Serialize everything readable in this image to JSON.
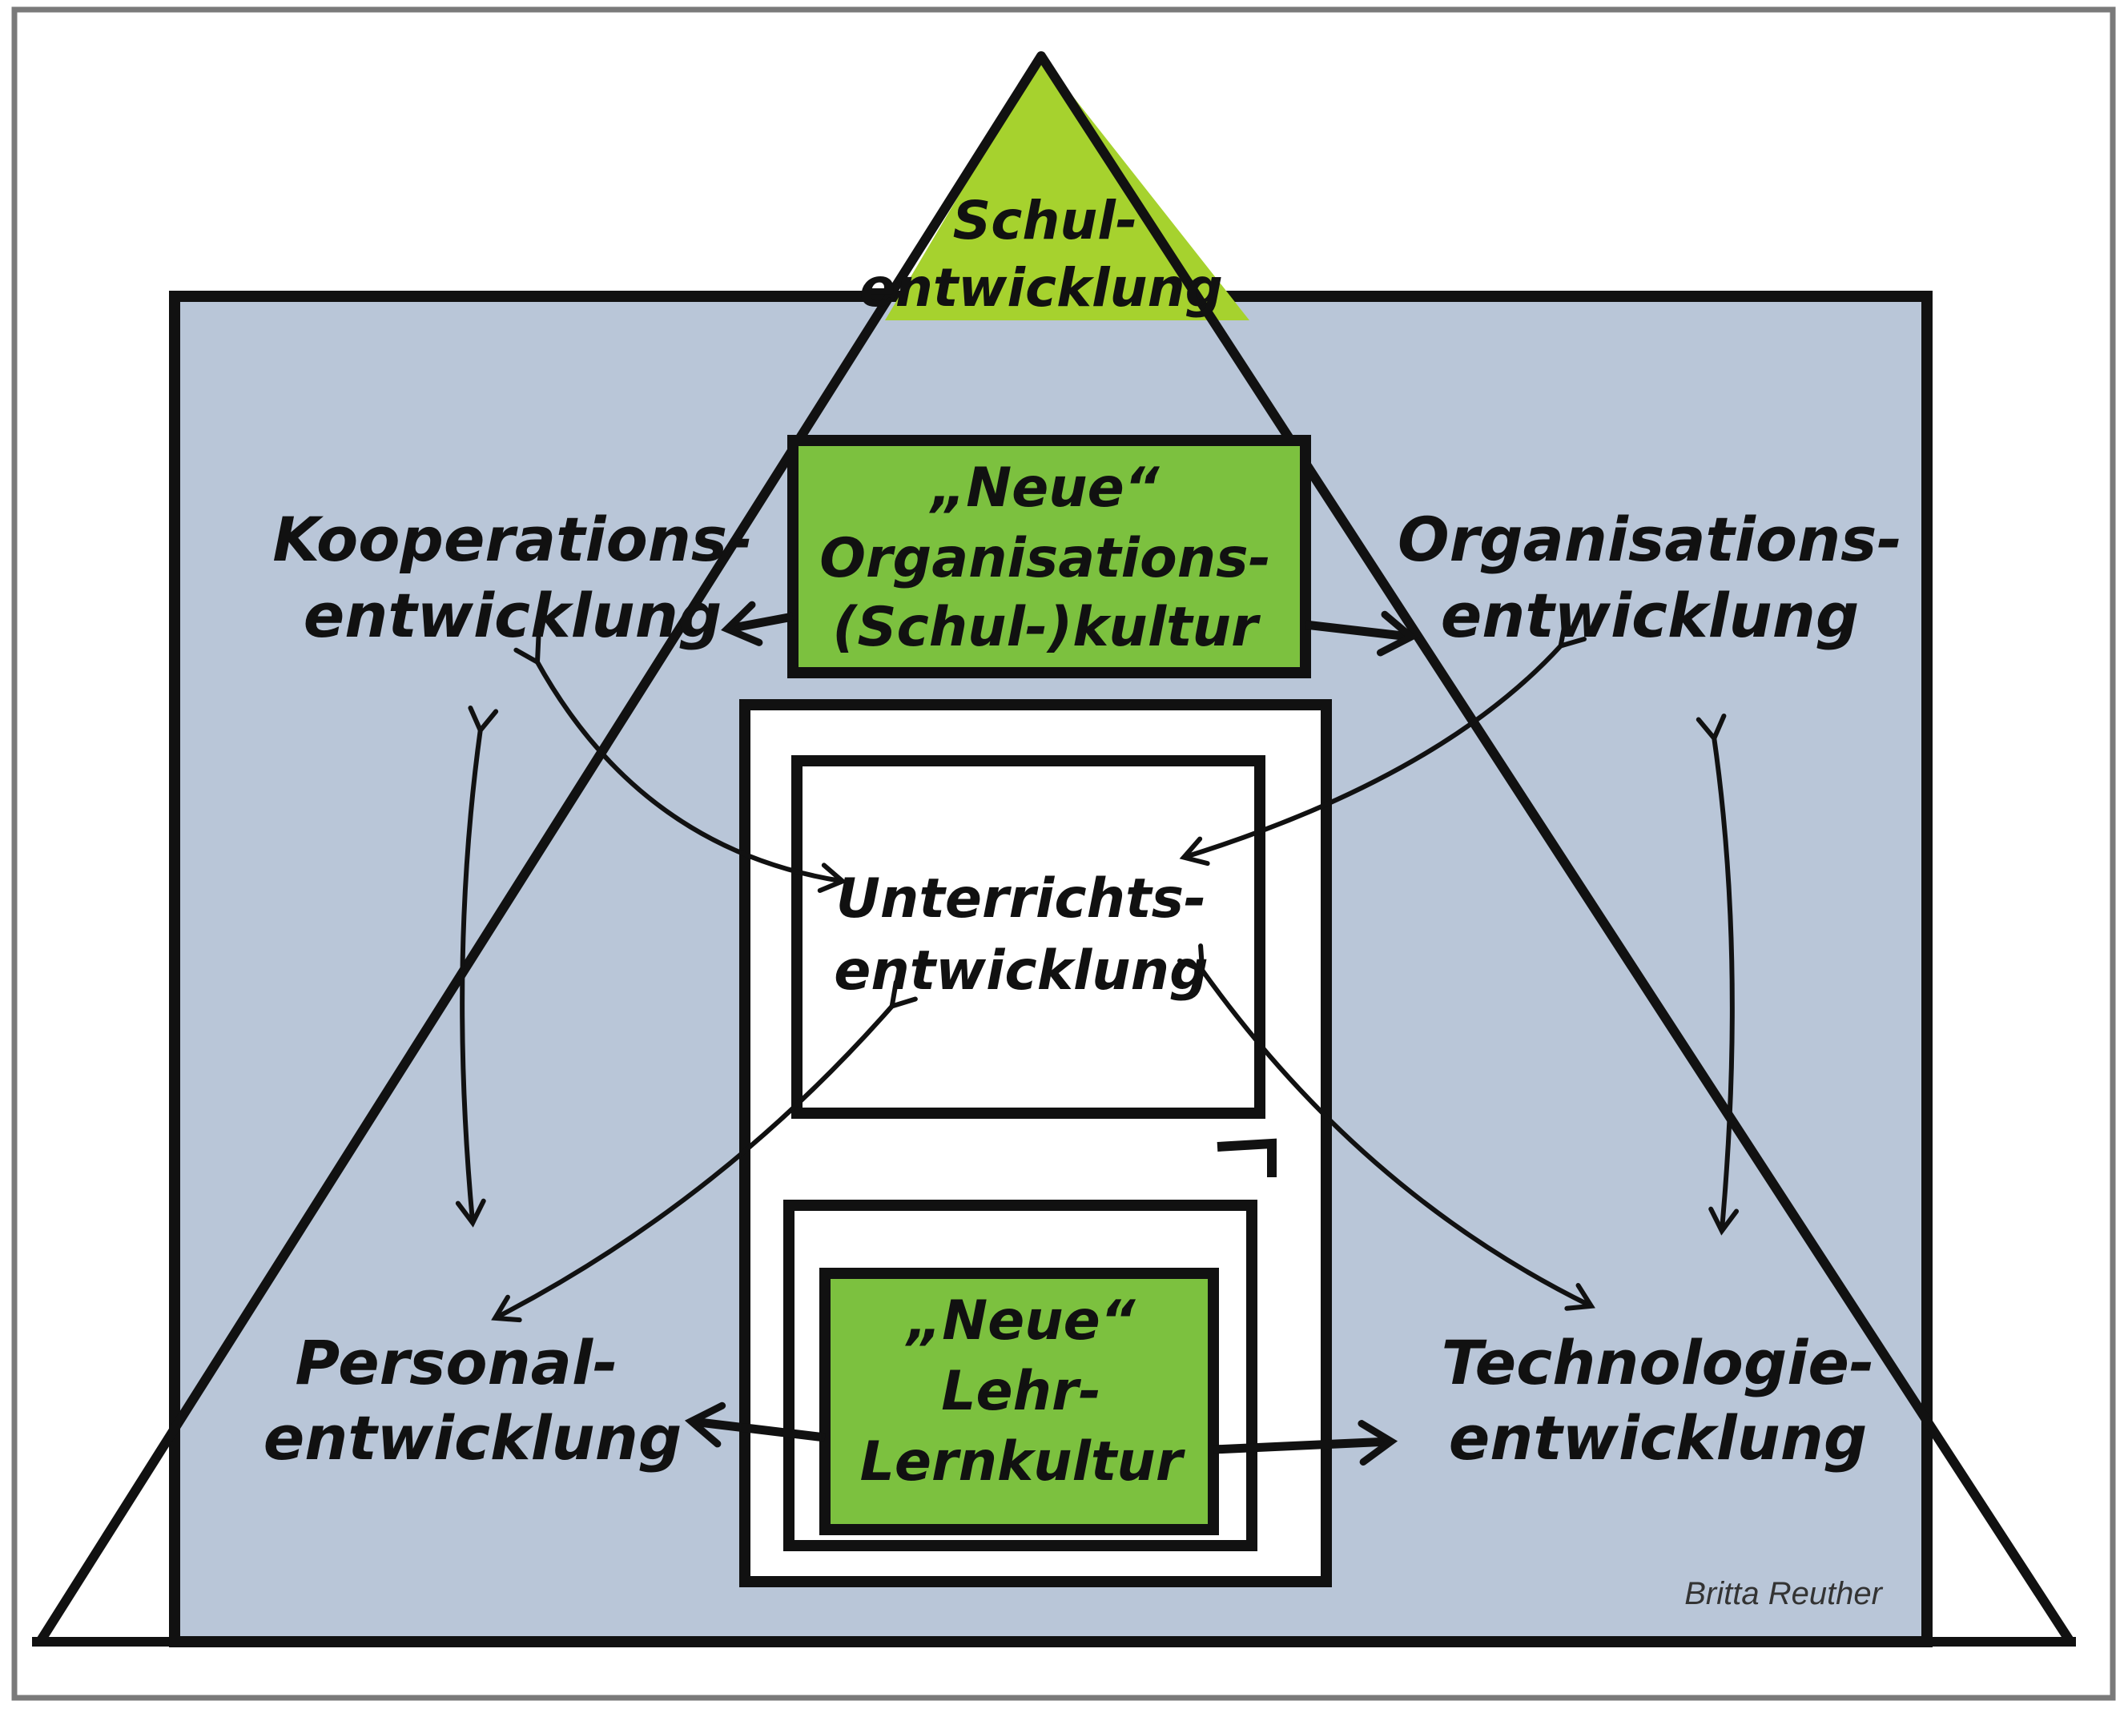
{
  "diagram": {
    "peak": {
      "line1": "Schul-",
      "line2": "entwicklung"
    },
    "top_box": {
      "line1": "„Neue“",
      "line2": "Organisations-",
      "line3": "(Schul-)kultur"
    },
    "center": {
      "line1": "Unterrichts-",
      "line2": "entwicklung"
    },
    "bottom_box": {
      "line1": "„Neue“",
      "line2": "Lehr-",
      "line3": "Lernkultur"
    },
    "kooperation": {
      "line1": "Kooperations-",
      "line2": "entwicklung"
    },
    "organisation": {
      "line1": "Organisations-",
      "line2": "entwicklung"
    },
    "personal": {
      "line1": "Personal-",
      "line2": "entwicklung"
    },
    "technologie": {
      "line1": "Technologie-",
      "line2": "entwicklung"
    },
    "credit": "Britta Reuther"
  },
  "colors": {
    "background_rect": "#b9c6d8",
    "green": "#7cc13f",
    "peak_green": "#a6d22e",
    "ink": "#111111",
    "frame": "#7a7a7a"
  }
}
